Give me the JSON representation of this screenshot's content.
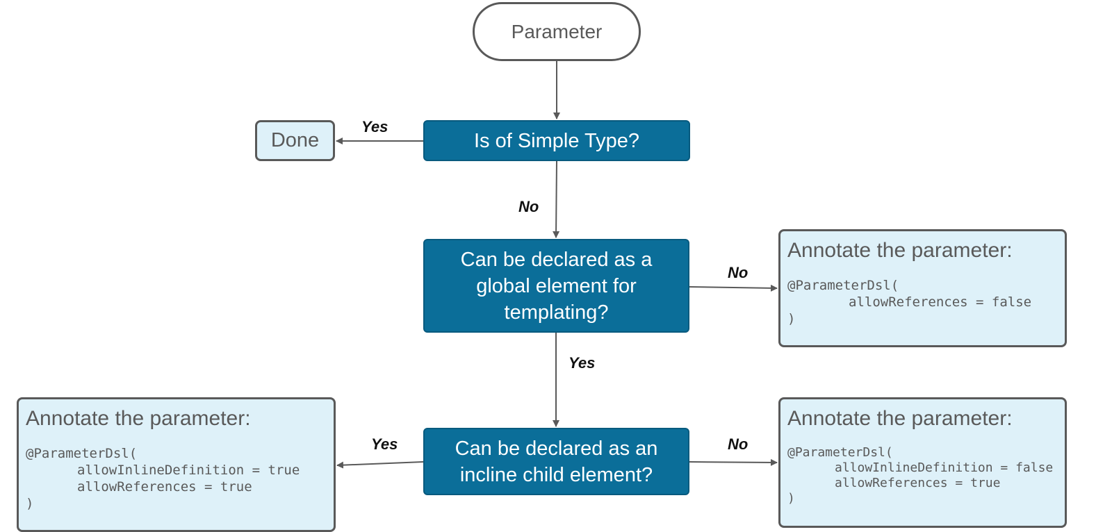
{
  "nodes": {
    "start": "Parameter",
    "done": "Done",
    "simple_type": "Is of Simple Type?",
    "global_element": [
      "Can be declared as a",
      "global element for",
      "templating?"
    ],
    "inline_child": [
      "Can be declared as an",
      "incline child element?"
    ]
  },
  "notes": {
    "refs_false": {
      "title": "Annotate the parameter:",
      "code": [
        "@ParameterDsl(",
        "allowReferences = false",
        ")"
      ]
    },
    "inline_true": {
      "title": "Annotate the parameter:",
      "code": [
        "@ParameterDsl(",
        "allowInlineDefinition = true",
        "allowReferences = true",
        ")"
      ]
    },
    "inline_false": {
      "title": "Annotate the parameter:",
      "code": [
        "@ParameterDsl(",
        "allowInlineDefinition = false",
        "allowReferences = true",
        ")"
      ]
    }
  },
  "edge_labels": {
    "simple_yes": "Yes",
    "simple_no": "No",
    "global_no": "No",
    "global_yes": "Yes",
    "inline_yes": "Yes",
    "inline_no": "No"
  },
  "colors": {
    "decision_fill": "#0b6e99",
    "note_fill": "#def1f9",
    "stroke": "#595959"
  }
}
